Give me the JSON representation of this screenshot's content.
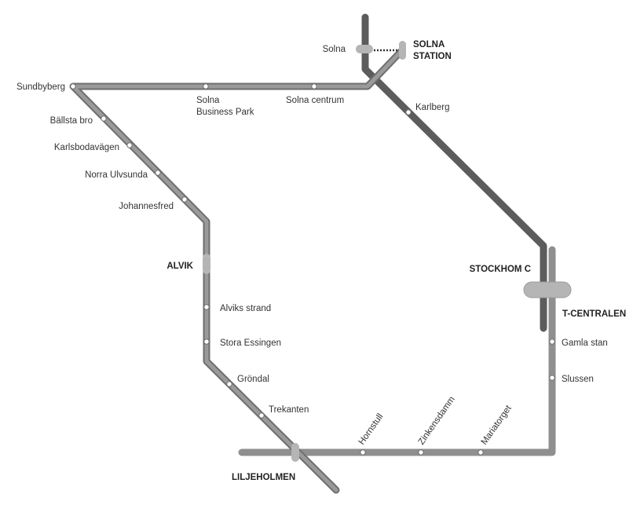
{
  "colors": {
    "background": "#ffffff",
    "ring_line": "#8a8a8a",
    "ring_outline": "#6f6f6f",
    "commuter_line": "#5c5c5c",
    "metro_line": "#8f8f8f",
    "interchange": "#b5b5b5",
    "stop_dot": "#ffffff",
    "walk_link": "#333333"
  },
  "stations": {
    "solna": "Solna",
    "solna_station_1": "SOLNA",
    "solna_station_2": "STATION",
    "sundbyberg": "Sundbyberg",
    "solna_business_park_1": "Solna",
    "solna_business_park_2": "Business Park",
    "solna_centrum": "Solna centrum",
    "karlberg": "Karlberg",
    "ballsta_bro": "Bällsta bro",
    "karlbodavagen": "Karlsbodavägen",
    "norra_ulvsunda": "Norra Ulvsunda",
    "johannesfred": "Johannesfred",
    "alvik": "ALVIK",
    "alviks_strand": "Alviks strand",
    "stora_essingen": "Stora Essingen",
    "grondal": "Gröndal",
    "trekanten": "Trekanten",
    "liljeholmen": "LILJEHOLMEN",
    "hornstull": "Hornstull",
    "zinkensdamm": "Zinkensdamm",
    "mariatorget": "Mariatorget",
    "stockholm_c": "STOCKHOM C",
    "t_centralen": "T-CENTRALEN",
    "gamla_stan": "Gamla stan",
    "slussen": "Slussen"
  }
}
